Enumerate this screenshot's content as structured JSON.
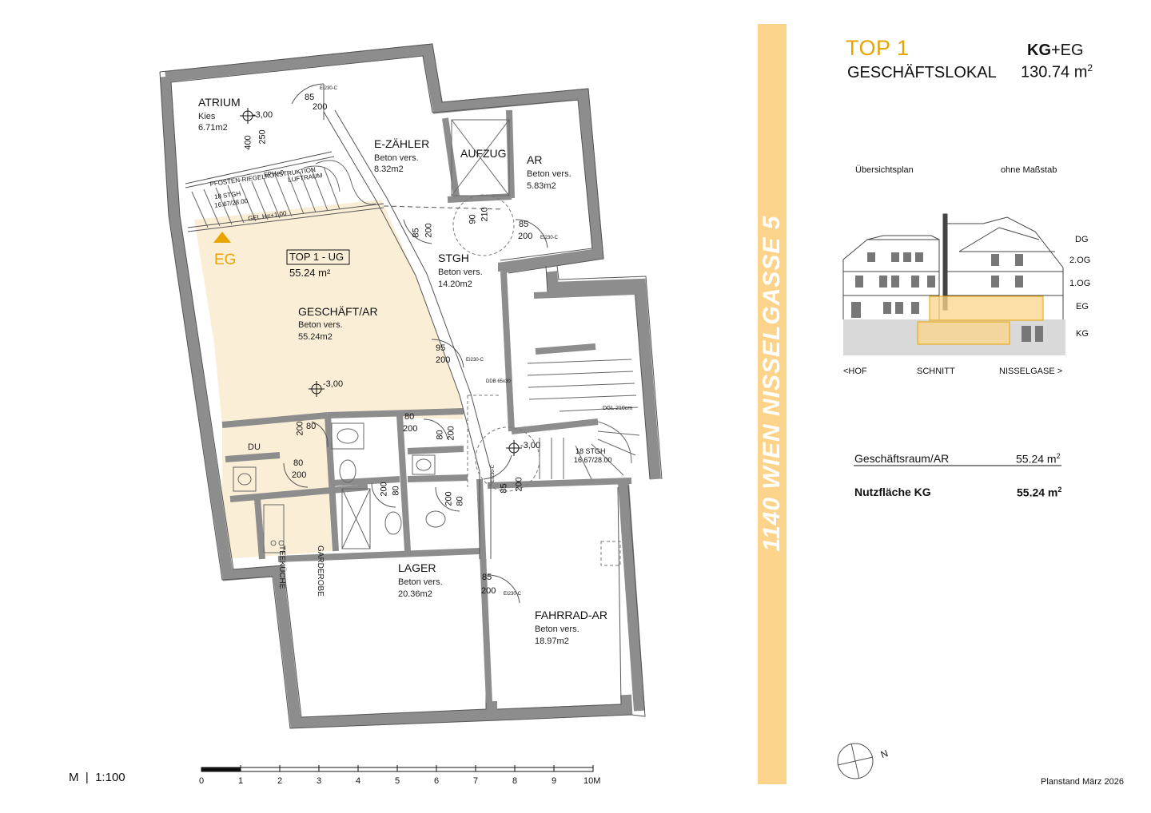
{
  "header": {
    "top": "TOP 1",
    "type": "GESCHÄFTSLOKAL",
    "floors_bold": "KG",
    "floors_rest": "+EG",
    "area": "130.74 m",
    "area_sup": "2"
  },
  "street": "1140 WIEN NISSELGASSE 5",
  "overview": {
    "plan_label": "Übersichtsplan",
    "scale_label": "ohne Maßstab",
    "levels": [
      "DG",
      "2.OG",
      "1.OG",
      "EG",
      "KG"
    ],
    "left_label": "<HOF",
    "center_label": "SCHNITT",
    "right_label": "NISSELGASE >"
  },
  "areas": {
    "row1_label": "Geschäftsraum/AR",
    "row1_value": "55.24 m",
    "row1_sup": "2",
    "row2_label": "Nutzfläche  KG",
    "row2_value": "55.24 m",
    "row2_sup": "2"
  },
  "unit_box": {
    "title": "TOP 1 - UG",
    "area": "55.24 m²"
  },
  "entry_marker": "EG",
  "rooms": {
    "atrium": {
      "name": "ATRIUM",
      "l1": "Kies",
      "l2": "6.71m2"
    },
    "ezaehler": {
      "name": "E-ZÄHLER",
      "l1": "Beton vers.",
      "l2": "8.32m2"
    },
    "aufzug": {
      "name": "AUFZUG"
    },
    "ar": {
      "name": "AR",
      "l1": "Beton vers.",
      "l2": "5.83m2"
    },
    "stgh": {
      "name": "STGH",
      "l1": "Beton vers.",
      "l2": "14.20m2"
    },
    "geschaeft": {
      "name": "GESCHÄFT/AR",
      "l1": "Beton vers.",
      "l2": "55.24m2"
    },
    "lager": {
      "name": "LAGER",
      "l1": "Beton vers.",
      "l2": "20.36m2"
    },
    "fahrrad": {
      "name": "FAHRRAD-AR",
      "l1": "Beton vers.",
      "l2": "18.97m2"
    },
    "du": {
      "name": "DU"
    },
    "teekueche": {
      "name": "TEEKÜCHE"
    },
    "garderobe": {
      "name": "GARDEROBE"
    },
    "luftraum": {
      "name": "LUFTRAUM"
    }
  },
  "levels_marks": {
    "atrium": "-3,00",
    "main": "-3,00",
    "stair": "-3,00"
  },
  "stair_notes": {
    "pfosten": "PFOSTEN-RIEGELKONSTRUKTION",
    "fph": "FPH=0",
    "stgh18a": "18 STGH",
    "stgh18a2": "16.67/28.00",
    "gel": "GEL H=+1,00",
    "stgh18b": "18 STGH",
    "stgh18b2": "16.67/28.00",
    "ddb": "DDB 65x30",
    "dgl": "DGL 210cm"
  },
  "doors": {
    "d1a": "85",
    "d1b": "200",
    "d1c": "EI230-C",
    "d2a": "250",
    "d2b": "400",
    "d3a": "85",
    "d3b": "200",
    "d4a": "90",
    "d4b": "210",
    "d5a": "85",
    "d5b": "200",
    "d5c": "EI230-C",
    "d6a": "95",
    "d6b": "200",
    "d6c": "EI230-C",
    "d7a": "80",
    "d7b": "200",
    "d8a": "80",
    "d8b": "200",
    "d9a": "80",
    "d9b": "200",
    "d10a": "80",
    "d10b": "200",
    "d11a": "80",
    "d11b": "200",
    "d12a": "80",
    "d12b": "200",
    "d13a": "85",
    "d13b": "200",
    "d13c": "EI230-C",
    "d14a": "85",
    "d14b": "200",
    "d14c": "EI230-C"
  },
  "scale": {
    "label_m": "M",
    "label_sep": "|",
    "label_ratio": "1:100",
    "ticks": [
      "0",
      "1",
      "2",
      "3",
      "4",
      "5",
      "6",
      "7",
      "8",
      "9",
      "10M"
    ]
  },
  "north": "N",
  "footer": "Planstand März 2026",
  "colors": {
    "accent": "#e8a500",
    "unit_fill": "#fbeed6",
    "wall": "#9a9a9a",
    "street_band": "#fbd38a"
  }
}
